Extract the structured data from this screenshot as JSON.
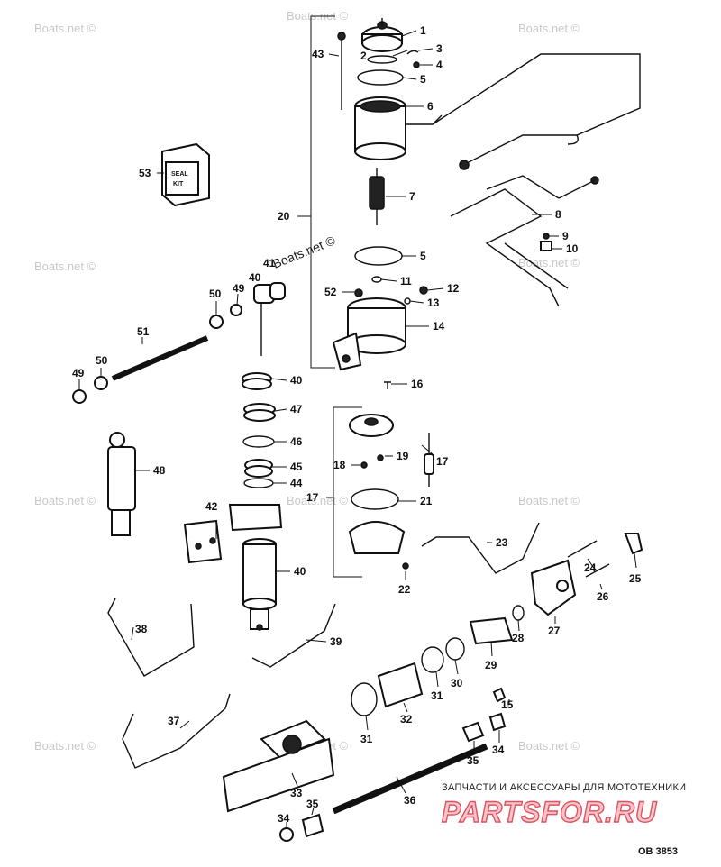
{
  "watermarks": {
    "site": "Boats.net ©",
    "site_inline": "Boats.net ©"
  },
  "branding": {
    "tagline": "ЗАПЧАСТИ И АКСЕССУАРЫ ДЛЯ МОТОТЕХНИКИ",
    "logo": "PARTSFOR.RU"
  },
  "diagram_code": "OB 3853",
  "label_53_box": {
    "line1": "SEAL",
    "line2": "KIT"
  },
  "callouts": {
    "c1": "1",
    "c2": "2",
    "c3": "3",
    "c4": "4",
    "c5a": "5",
    "c5b": "5",
    "c6": "6",
    "c7": "7",
    "c8": "8",
    "c9": "9",
    "c10": "10",
    "c11": "11",
    "c12": "12",
    "c13": "13",
    "c14": "14",
    "c15": "15",
    "c16": "16",
    "c17a": "17",
    "c17b": "17",
    "c18": "18",
    "c19": "19",
    "c20": "20",
    "c21": "21",
    "c22": "22",
    "c23": "23",
    "c24": "24",
    "c25": "25",
    "c26": "26",
    "c27": "27",
    "c28": "28",
    "c29": "29",
    "c30": "30",
    "c31a": "31",
    "c31b": "31",
    "c32": "32",
    "c33": "33",
    "c34a": "34",
    "c34b": "34",
    "c35a": "35",
    "c35b": "35",
    "c36": "36",
    "c37": "37",
    "c38": "38",
    "c39": "39",
    "c40a": "40",
    "c40b": "40",
    "c40c": "40",
    "c41": "41",
    "c42": "42",
    "c43": "43",
    "c44": "44",
    "c45": "45",
    "c46": "46",
    "c47": "47",
    "c48": "48",
    "c49a": "49",
    "c49b": "49",
    "c50a": "50",
    "c50b": "50",
    "c51": "51",
    "c52": "52",
    "c53": "53"
  }
}
